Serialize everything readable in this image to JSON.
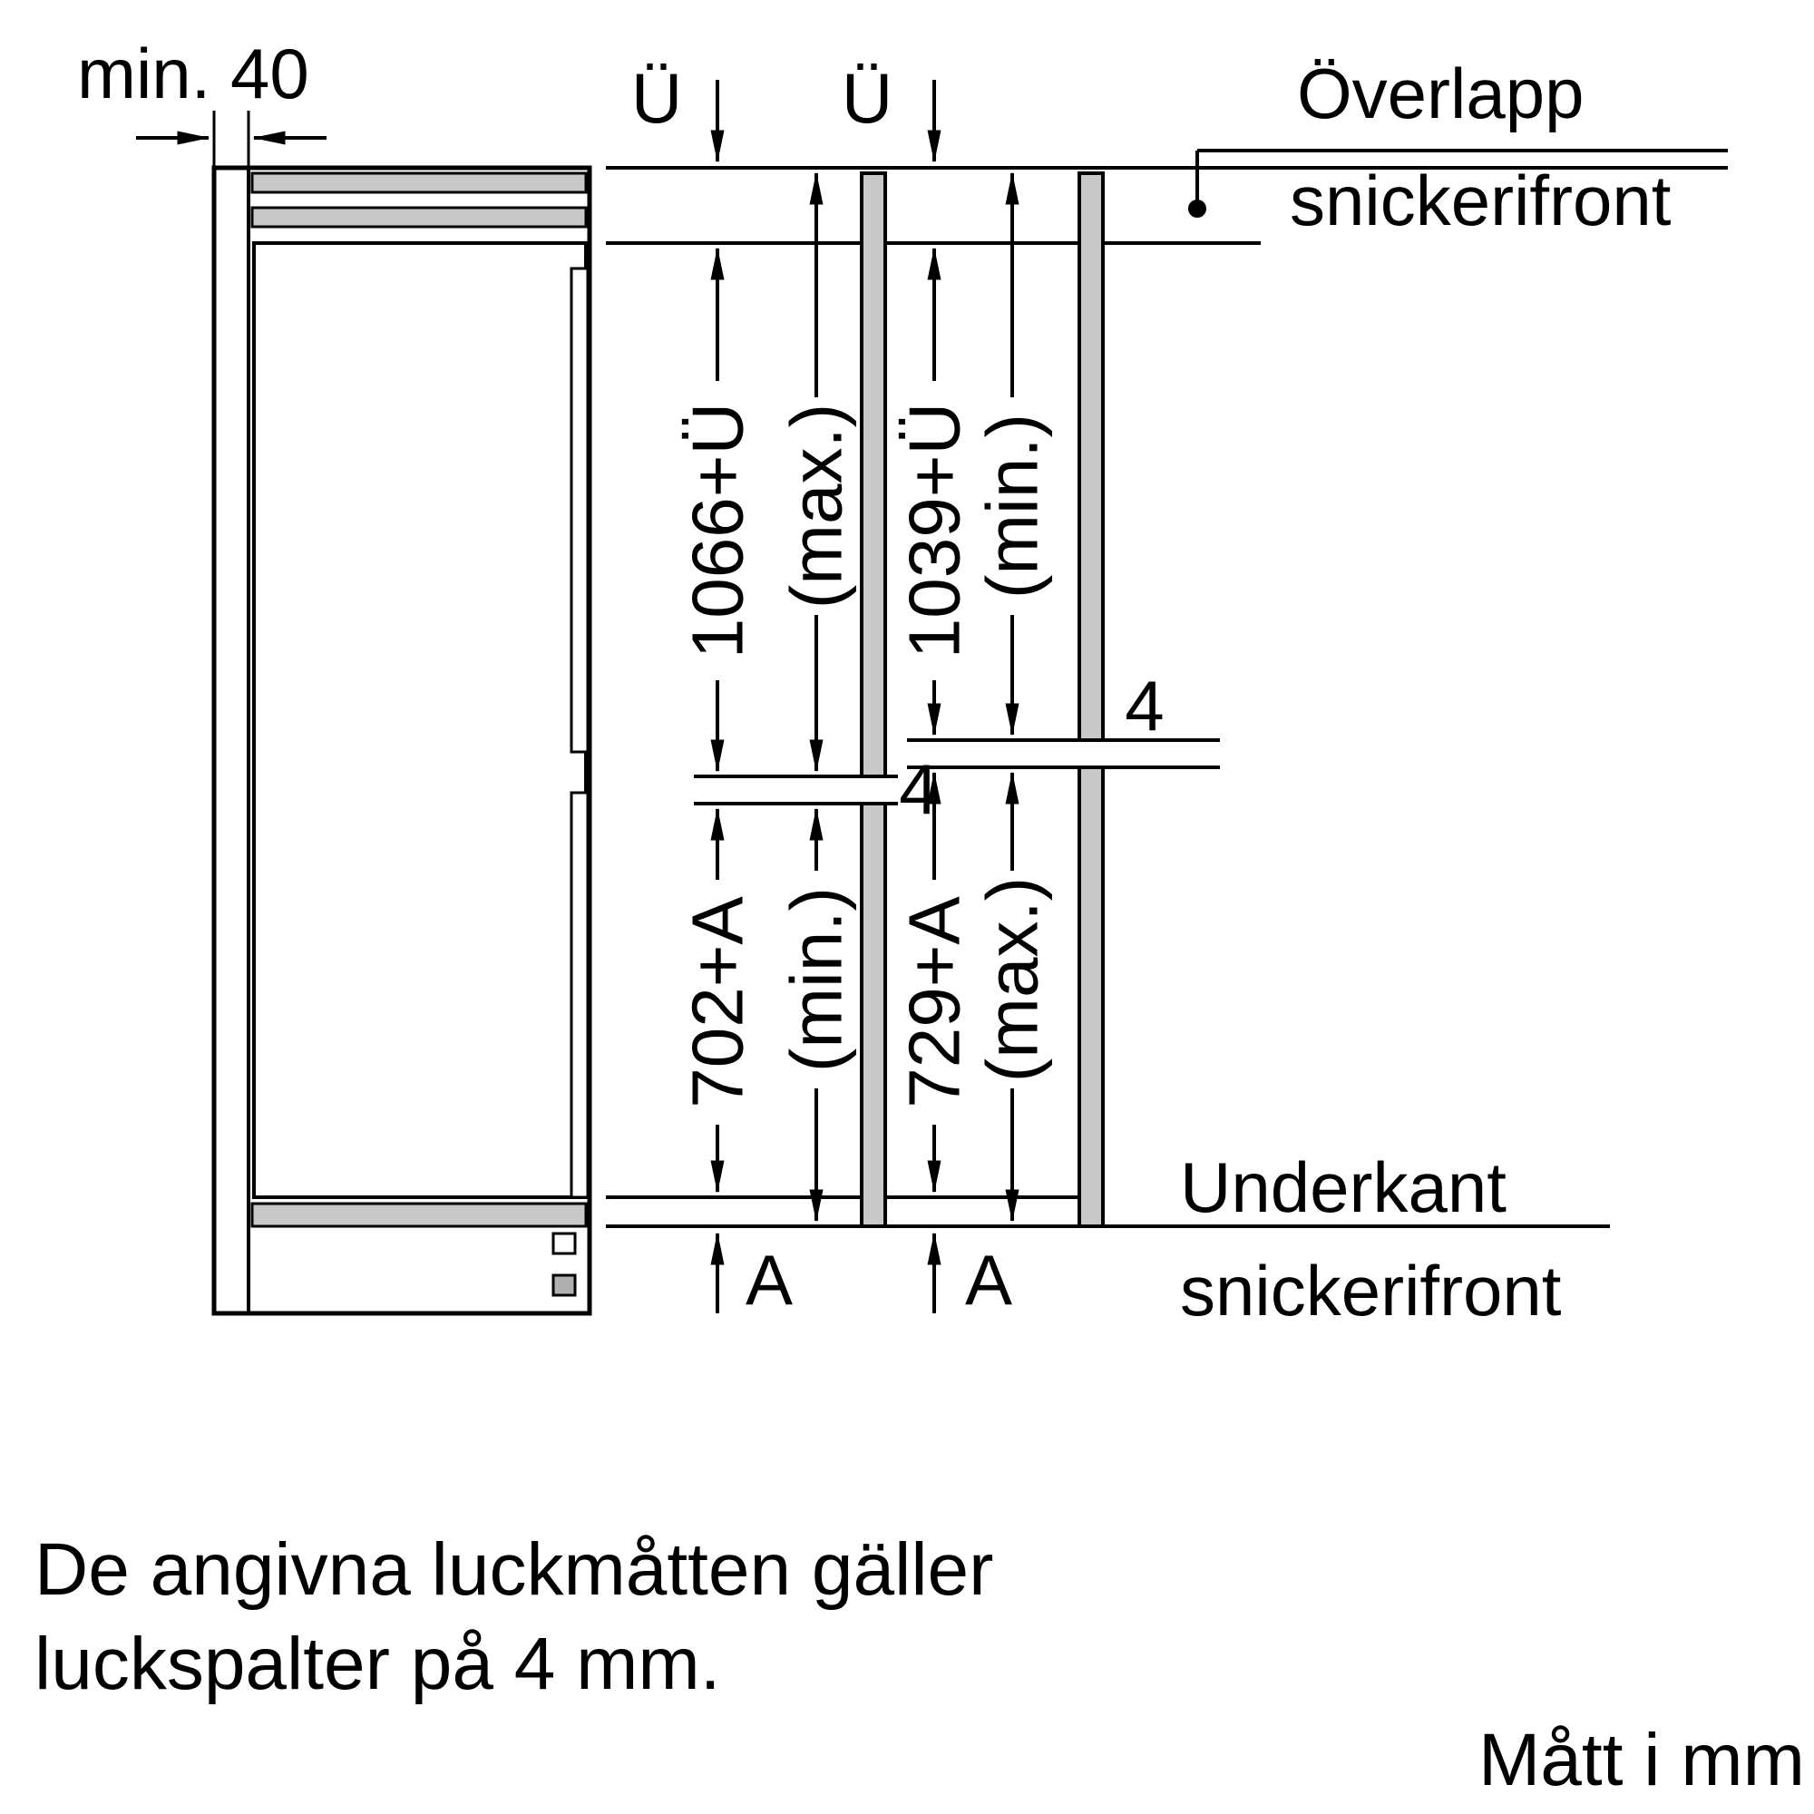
{
  "labels": {
    "min_clearance": "min. 40",
    "overlap_symbol_1": "Ü",
    "overlap_symbol_2": "Ü",
    "upper_door_max": "1066+Ü",
    "upper_door_max_qualifier": "(max.)",
    "upper_door_min": "1039+Ü",
    "upper_door_min_qualifier": "(min.)",
    "lower_door_min": "702+A",
    "lower_door_min_qualifier": "(min.)",
    "lower_door_max": "729+A",
    "lower_door_max_qualifier": "(max.)",
    "gap_1": "4",
    "gap_2": "4",
    "bottom_symbol_1": "A",
    "bottom_symbol_2": "A",
    "overlap_caption_line1": "Överlapp",
    "overlap_caption_line2": "snickerifront",
    "bottom_caption_line1": "Underkant",
    "bottom_caption_line2": "snickerifront"
  },
  "notes": {
    "line1": "De angivna luckmåtten gäller",
    "line2": "luckspalter på 4 mm.",
    "units": "Mått i mm"
  },
  "colors": {
    "line": "#000000",
    "panel_fill": "#c8c8c8",
    "background": "#ffffff"
  }
}
